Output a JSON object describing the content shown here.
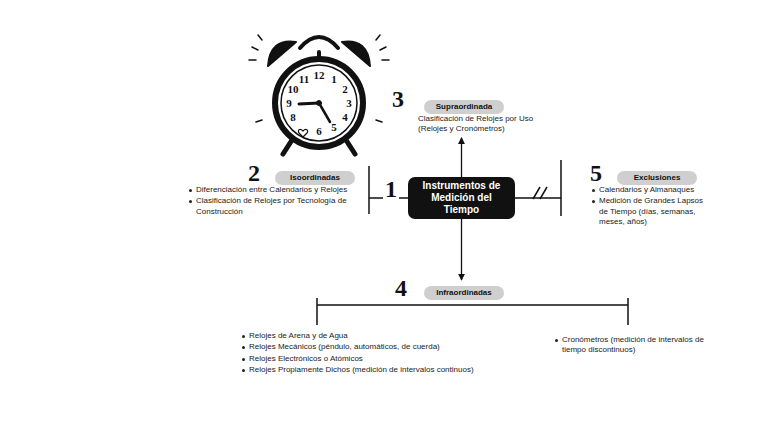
{
  "diagram": {
    "nodes": [
      {
        "text": [
          "Instrumentos de Medición del Tiempo"
        ]
      },
      {
        "text": [
          "Supraordinada",
          "Clasificación de Relojes por Uso (Relojes y Cronómetros)"
        ]
      },
      {
        "text": [
          "Isoordinadas",
          "Diferenciación entre Calendarios y Relojes",
          "Clasificación de Relojes por Tecnología de Construcción"
        ]
      },
      {
        "text": [
          "Exclusiones",
          "Calendarios y Almanaques",
          "Medición de Grandes Lapsos de Tiempo (días, semanas, meses, años)"
        ]
      },
      {
        "text": [
          "Infraordinadas",
          "Relojes de Arena y de Agua",
          "Relojes Mecánicos (péndulo, automáticos, de cuerda)",
          "Relojes Electrónicos o Atómicos",
          "Relojes Propiamente Dichos (medición de intervalos continuos)",
          "Cronómetros (medición de intervalos de tiempo discontinuos)"
        ]
      }
    ],
    "edges": [
      {
        "from": 0,
        "to": 1,
        "arrow": "to"
      },
      {
        "from": 0,
        "to": 2,
        "arrow": "none"
      },
      {
        "from": 0,
        "to": 3,
        "arrow": "none"
      },
      {
        "from": 0,
        "to": 4,
        "arrow": "to"
      }
    ],
    "labels": [
      "1",
      "2",
      "3",
      "4",
      "5",
      "12",
      "1",
      "2",
      "3",
      "4",
      "5",
      "6",
      "8",
      "9",
      "10",
      "11"
    ]
  }
}
